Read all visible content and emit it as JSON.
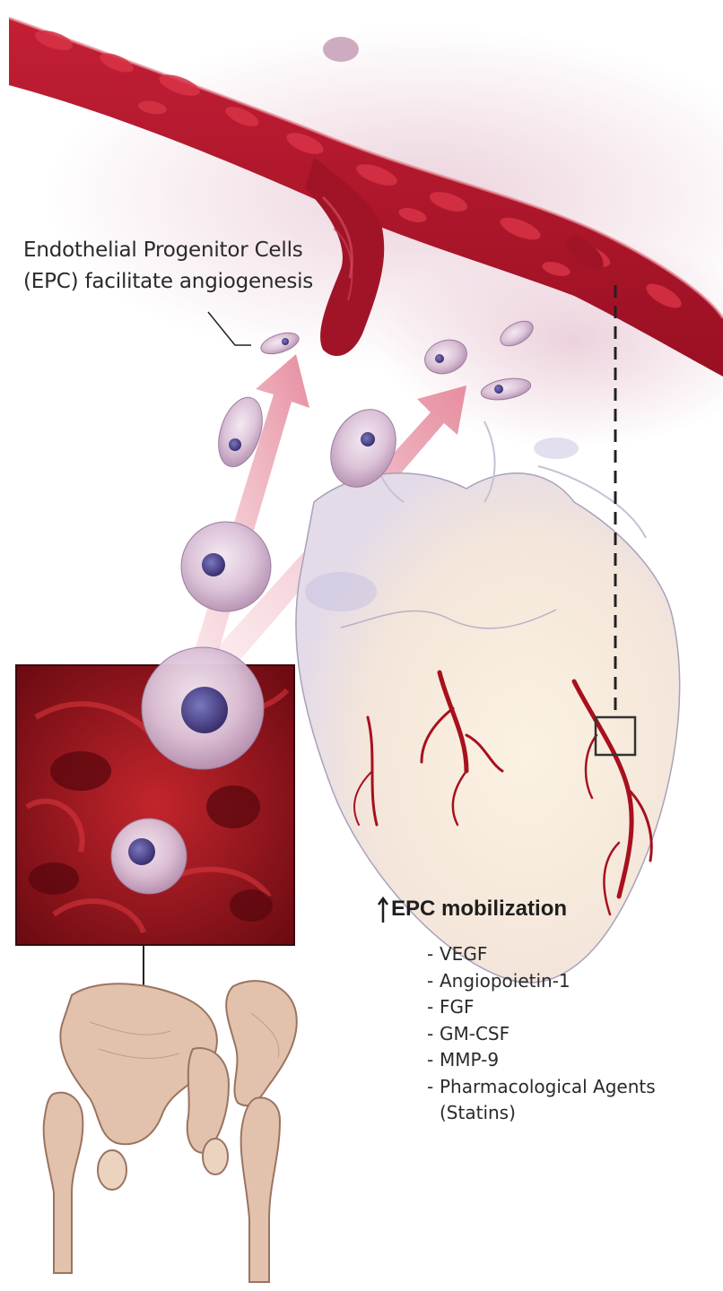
{
  "caption": {
    "line1": "Endothelial Progenitor Cells",
    "line2": "(EPC) facilitate angiogenesis"
  },
  "mobilization": {
    "title": "EPC mobilization",
    "arrow_icon": "up-arrow-icon",
    "factors": [
      {
        "dash": "-",
        "label": "VEGF"
      },
      {
        "dash": "-",
        "label": "Angiopoietin-1"
      },
      {
        "dash": "-",
        "label": "FGF"
      },
      {
        "dash": "-",
        "label": "GM-CSF"
      },
      {
        "dash": "-",
        "label": "MMP-9"
      },
      {
        "dash": "-",
        "label": "Pharmacological Agents",
        "sub": "(Statins)"
      }
    ]
  },
  "colors": {
    "vessel": "#b3152b",
    "vessel_dark": "#7d0a1a",
    "marrow_bg": "#7a0f16",
    "cell_membrane": "#e7d3e3",
    "nucleus": "#4b3f86",
    "flow_arrow": "#e9a1ad",
    "heart": "#f6ecde",
    "coronary": "#a8101e",
    "bone": "#e2c2ac"
  }
}
